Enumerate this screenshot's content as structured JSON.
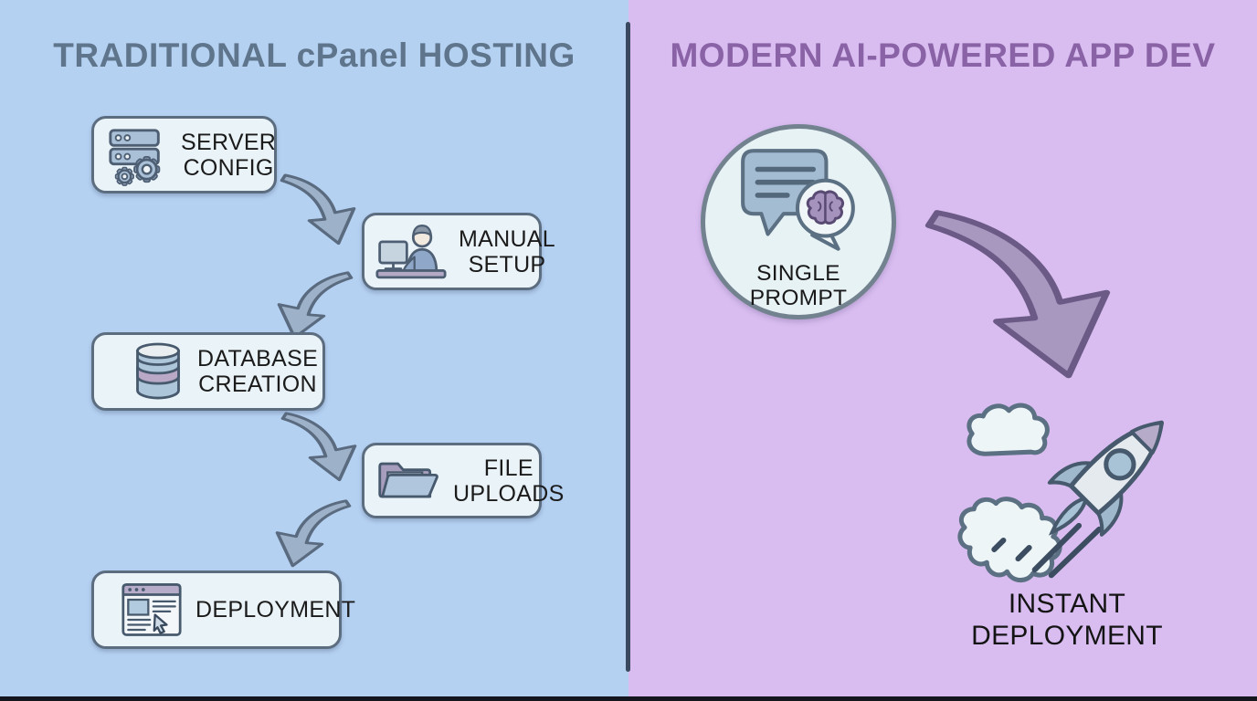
{
  "left_panel": {
    "title": "TRADITIONAL cPanel HOSTING",
    "steps": [
      {
        "name": "server-config",
        "icon": "server-icon",
        "lines": [
          "SERVER",
          "CONFIG"
        ]
      },
      {
        "name": "manual-setup",
        "icon": "person-at-computer-icon",
        "lines": [
          "MANUAL",
          "SETUP"
        ]
      },
      {
        "name": "database-creation",
        "icon": "database-icon",
        "lines": [
          "DATABASE",
          "CREATION"
        ]
      },
      {
        "name": "file-uploads",
        "icon": "folder-icon",
        "lines": [
          "FILE",
          "UPLOADS"
        ]
      },
      {
        "name": "deployment",
        "icon": "browser-window-icon",
        "lines": [
          "DEPLOYMENT"
        ]
      }
    ]
  },
  "right_panel": {
    "title": "MODERN AI-POWERED APP DEV",
    "prompt": {
      "icon": "chat-bubble-brain-icon",
      "lines": [
        "SINGLE",
        "PROMPT"
      ]
    },
    "result": {
      "icon": "rocket-icon",
      "lines": [
        "INSTANT",
        "DEPLOYMENT"
      ]
    }
  },
  "colors": {
    "left_background": "#b5d1f2",
    "right_background": "#d9bdf1",
    "divider": "#3a4960",
    "left_title": "#5f758c",
    "right_title": "#8a62a6",
    "box_fill": "#eaf3f8",
    "box_border": "#5c6d80",
    "box_text": "#1b1b1b",
    "arrow_fill": "#9db2c9",
    "arrow_stroke": "#5a6b80",
    "purple_arrow_fill": "#a897bf",
    "purple_arrow_stroke": "#6b5a85",
    "icon_blue": "#a9c0d6",
    "icon_purple": "#b6abc8",
    "icon_outline": "#4e5f74"
  }
}
